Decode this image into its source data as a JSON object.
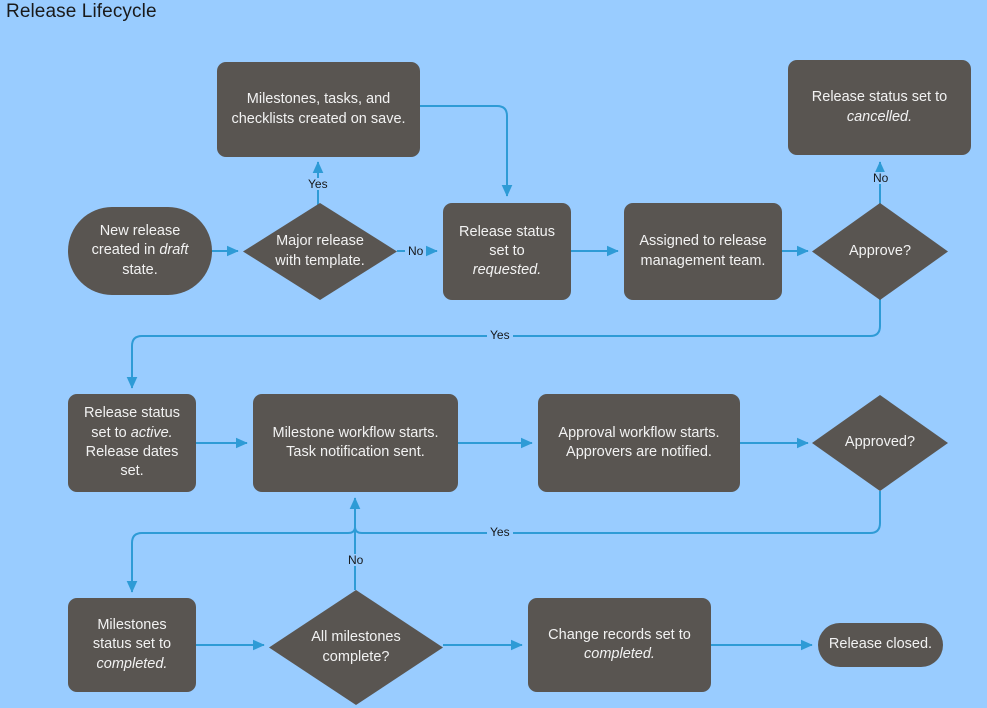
{
  "diagram": {
    "title": "Release Lifecycle",
    "type": "flowchart",
    "background_color": "#99CCFF",
    "node_fill_color": "#595551",
    "node_text_color": "#F2F2F2",
    "connector_color": "#2E9BD6",
    "nodes": [
      {
        "id": "milestones-created",
        "shape": "process",
        "label": "Milestones, tasks, and checklists created on save.",
        "lines": [
          "Milestones, tasks, and",
          "checklists created on save."
        ]
      },
      {
        "id": "cancelled",
        "shape": "process",
        "label": "Release status set to cancelled.",
        "lines": [
          "Release status set to",
          "cancelled."
        ],
        "italic_words": [
          "cancelled."
        ]
      },
      {
        "id": "new-release",
        "shape": "terminator",
        "label": "New release created in draft state.",
        "lines": [
          "New release",
          "created in draft",
          "state."
        ],
        "italic_words": [
          "draft"
        ]
      },
      {
        "id": "major-release",
        "shape": "decision",
        "label": "Major release with template.",
        "lines": [
          "Major release",
          "with template."
        ]
      },
      {
        "id": "requested",
        "shape": "process",
        "label": "Release status set to requested.",
        "lines": [
          "Release status",
          "set to",
          "requested."
        ],
        "italic_words": [
          "requested."
        ]
      },
      {
        "id": "assigned",
        "shape": "process",
        "label": "Assigned to release management team.",
        "lines": [
          "Assigned to release",
          "management team."
        ]
      },
      {
        "id": "approve",
        "shape": "decision",
        "label": "Approve?",
        "lines": [
          "Approve?"
        ]
      },
      {
        "id": "active",
        "shape": "process",
        "label": "Release status set to active. Release dates set.",
        "lines": [
          "Release status",
          "set to active.",
          "Release dates",
          "set."
        ],
        "italic_words": [
          "active."
        ]
      },
      {
        "id": "milestone-workflow",
        "shape": "process",
        "label": "Milestone workflow starts. Task notification sent.",
        "lines": [
          "Milestone workflow starts.",
          "Task notification sent."
        ]
      },
      {
        "id": "approval-workflow",
        "shape": "process",
        "label": "Approval workflow starts. Approvers are notified.",
        "lines": [
          "Approval workflow starts.",
          "Approvers are notified."
        ]
      },
      {
        "id": "approved",
        "shape": "decision",
        "label": "Approved?",
        "lines": [
          "Approved?"
        ]
      },
      {
        "id": "milestones-completed",
        "shape": "process",
        "label": "Milestones status set to completed.",
        "lines": [
          "Milestones",
          "status set to",
          "completed."
        ],
        "italic_words": [
          "completed."
        ]
      },
      {
        "id": "all-milestones",
        "shape": "decision",
        "label": "All milestones complete?",
        "lines": [
          "All milestones",
          "complete?"
        ]
      },
      {
        "id": "change-records",
        "shape": "process",
        "label": "Change records set to completed.",
        "lines": [
          "Change records set to",
          "completed."
        ],
        "italic_words": [
          "completed."
        ]
      },
      {
        "id": "release-closed",
        "shape": "terminator",
        "label": "Release closed.",
        "lines": [
          "Release closed."
        ]
      }
    ],
    "edge_labels": [
      {
        "id": "major-yes",
        "text": "Yes"
      },
      {
        "id": "major-no",
        "text": "No"
      },
      {
        "id": "approve-no",
        "text": "No"
      },
      {
        "id": "approve-yes",
        "text": "Yes"
      },
      {
        "id": "approved-yes",
        "text": "Yes"
      },
      {
        "id": "all-milestones-no",
        "text": "No"
      }
    ]
  }
}
